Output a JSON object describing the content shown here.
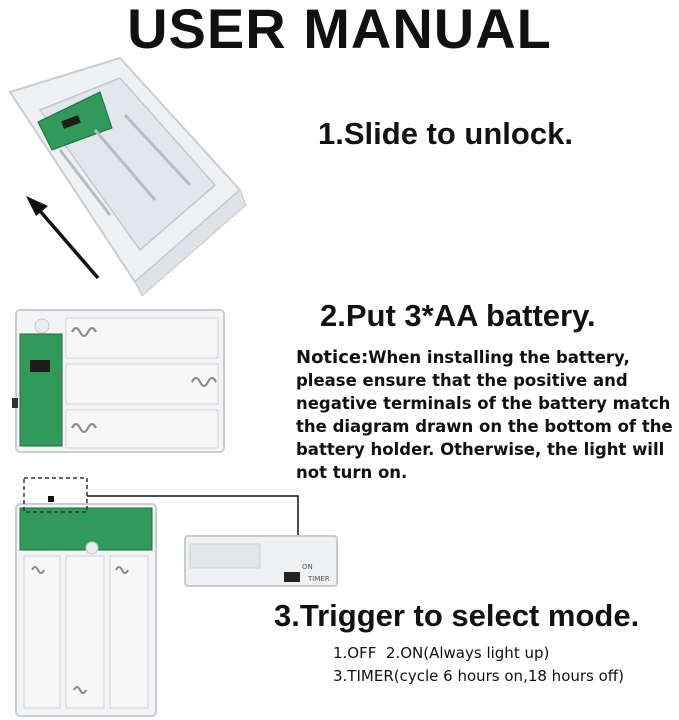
{
  "title": "USER MANUAL",
  "steps": {
    "step1": "1.Slide to unlock.",
    "step2": "2.Put 3*AA battery.",
    "step3": "3.Trigger to select mode."
  },
  "notice": {
    "label": "Notice:",
    "text": "When installing the battery, please ensure that the positive and negative terminals of the battery match the diagram drawn on the bottom of the battery holder. Otherwise, the light will not turn on."
  },
  "modes": {
    "line1": "1.OFF  2.ON(Always light up)",
    "line2": "3.TIMER(cycle 6 hours on,18 hours off)"
  },
  "switch_labels": {
    "on": "ON",
    "timer": "TIMER"
  }
}
